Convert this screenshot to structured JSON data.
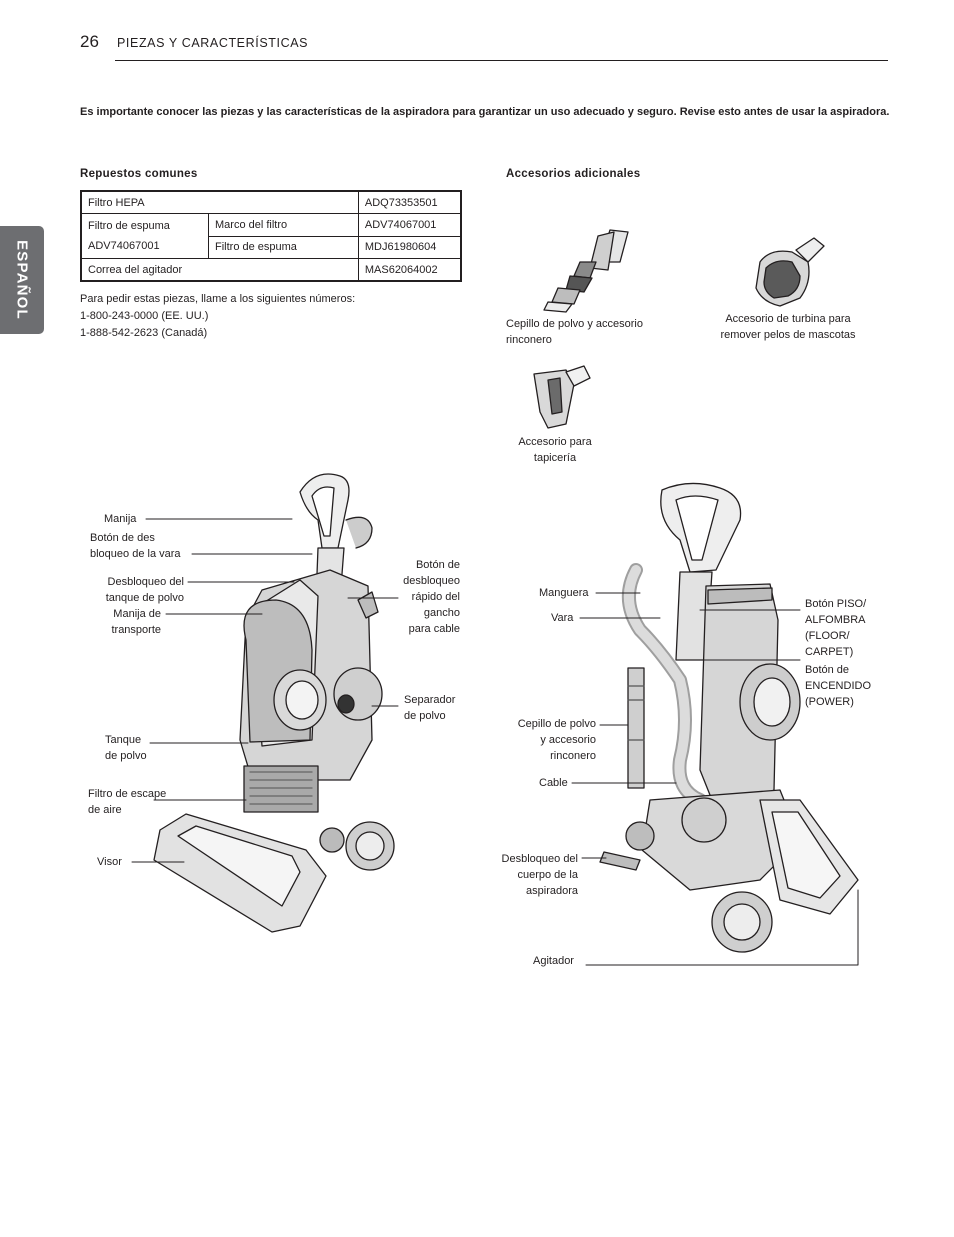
{
  "header": {
    "page_number": "26",
    "section": "PIEZAS Y CARACTERÍSTICAS"
  },
  "side_tab": "ESPAÑOL",
  "intro": "Es importante conocer las piezas y las características de la aspiradora para garantizar un uso adecuado y seguro. Revise esto antes de usar la aspiradora.",
  "repuestos": {
    "title": "Repuestos comunes",
    "rows": [
      [
        "Filtro HEPA",
        "ADQ73353501"
      ],
      [
        "Filtro de espuma",
        "ADV74067001",
        "Marco del filtro",
        "ADV74067001",
        "Filtro de espuma",
        "MDJ61980604"
      ],
      [
        "Correa del agitador",
        "MAS62064002"
      ]
    ],
    "order_lines": [
      "Para pedir estas piezas, llame a los siguientes números:",
      "1-800-243-0000 (EE. UU.)",
      "1-888-542-2623 (Canadá)"
    ]
  },
  "accesorios": {
    "title": "Accesorios adicionales",
    "items": [
      [
        "Cepillo de polvo y accesorio",
        "rinconero"
      ],
      [
        "Accesorio de turbina para",
        "remover pelos de mascotas"
      ],
      [
        "Accesorio para",
        "tapicería"
      ]
    ]
  },
  "left_labels": {
    "manija": [
      "Manija"
    ],
    "boton_bloqueo": [
      "Botón de des",
      "bloqueo de la vara"
    ],
    "desbloqueo_tanque": [
      "Desbloqueo del",
      "tanque de polvo"
    ],
    "manija_transporte": [
      "Manija de",
      "transporte"
    ],
    "tanque": [
      "Tanque",
      "de polvo"
    ],
    "filtro_escape": [
      "Filtro de escape",
      "de aire"
    ],
    "visor": [
      "Visor"
    ],
    "boton_gancho": [
      "Botón de",
      "desbloqueo",
      "rápido del",
      "gancho",
      "para cable"
    ],
    "separador": [
      "Separador",
      "de polvo"
    ]
  },
  "right_labels": {
    "manguera": [
      "Manguera"
    ],
    "vara": [
      "Vara"
    ],
    "cepillo": [
      "Cepillo de polvo",
      "y accesorio",
      "rinconero"
    ],
    "cable": [
      "Cable"
    ],
    "desbloqueo_cuerpo": [
      "Desbloqueo del",
      "cuerpo de la",
      "aspiradora"
    ],
    "agitador": [
      "Agitador"
    ],
    "boton_piso": [
      "Botón PISO/",
      "ALFOMBRA",
      "(FLOOR/",
      "CARPET)"
    ],
    "boton_encendido": [
      "Botón de",
      "ENCENDIDO",
      "(POWER)"
    ]
  }
}
